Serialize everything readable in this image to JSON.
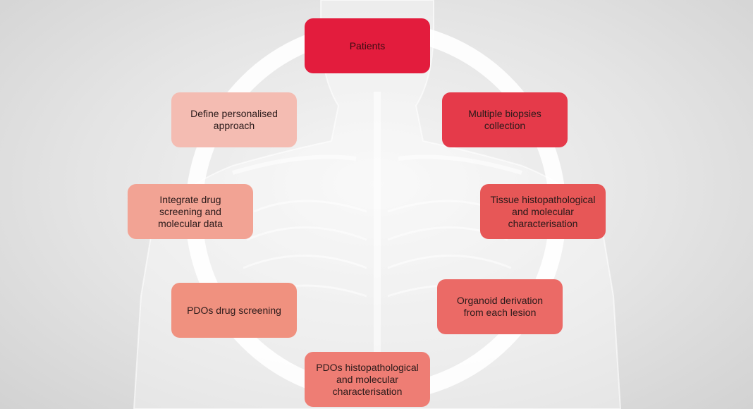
{
  "diagram": {
    "steps": [
      {
        "id": "patients",
        "label": "Patients",
        "color": "#e31c3d"
      },
      {
        "id": "biopsies",
        "label": "Multiple biopsies collection",
        "color": "#e53a4a"
      },
      {
        "id": "tissue",
        "label": "Tissue histopathological and molecular characterisation",
        "color": "#e75757"
      },
      {
        "id": "organoid",
        "label": "Organoid derivation from each lesion",
        "color": "#eb6a66"
      },
      {
        "id": "pdos-histo",
        "label": "PDOs histopathological and molecular characterisation",
        "color": "#ee7d74"
      },
      {
        "id": "screening",
        "label": "PDOs drug screening",
        "color": "#f0917f"
      },
      {
        "id": "integrate",
        "label": "Integrate drug screening and molecular data",
        "color": "#f2a394"
      },
      {
        "id": "define",
        "label": "Define personalised approach",
        "color": "#f4bcb2"
      }
    ],
    "ring_color": "#ffffff"
  }
}
